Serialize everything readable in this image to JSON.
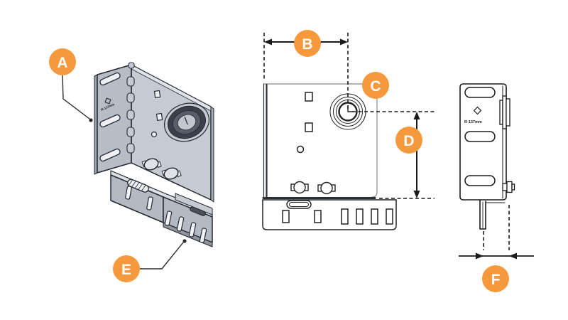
{
  "callouts": {
    "a": "A",
    "b": "B",
    "c": "C",
    "d": "D",
    "e": "E",
    "f": "F"
  },
  "part": {
    "marking": "R-137mm"
  },
  "colors": {
    "accent": "#F6993C",
    "line": "#1A1A1A",
    "edge_gray": "#999999",
    "metal_light": "#C6CBD3",
    "metal_mid": "#B6BDC6",
    "metal_dark": "#99A0AA",
    "metal_top": "#E0E3E8",
    "outline": "#232831",
    "bearing_dark": "#3B414B",
    "bearing_mid": "#585E69",
    "bearing_face": "#C2C7CD"
  }
}
